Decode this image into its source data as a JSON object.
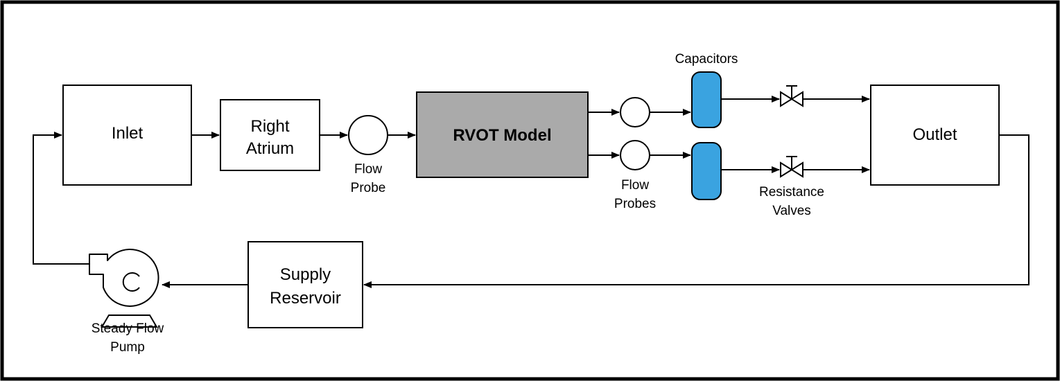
{
  "nodes": {
    "inlet": "Inlet",
    "right_atrium": [
      "Right",
      "Atrium"
    ],
    "rvot_model": "RVOT Model",
    "outlet": "Outlet",
    "supply_reservoir": [
      "Supply",
      "Reservoir"
    ]
  },
  "labels": {
    "flow_probe": [
      "Flow",
      "Probe"
    ],
    "flow_probes": [
      "Flow",
      "Probes"
    ],
    "capacitors": "Capacitors",
    "resistance_valves": [
      "Resistance",
      "Valves"
    ],
    "steady_flow_pump": [
      "Steady Flow",
      "Pump"
    ]
  },
  "colors": {
    "capacitor": "#3aa3e0",
    "rvot_model": "#aaaaaa",
    "frame": "#000000"
  }
}
